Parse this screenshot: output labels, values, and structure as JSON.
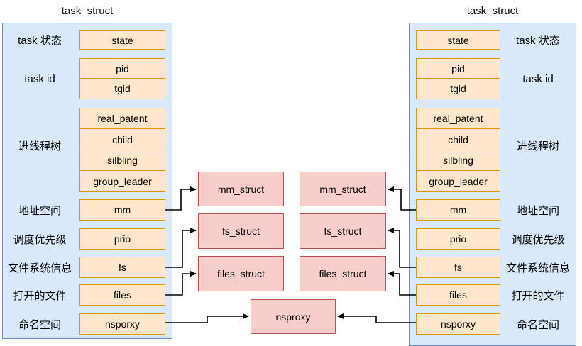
{
  "left": {
    "title": "task_struct",
    "labels": [
      "task 状态",
      "task id",
      "进线程树",
      "地址空间",
      "调度优先级",
      "文件系统信息",
      "打开的文件",
      "命名空间"
    ],
    "fields": [
      "state",
      "pid",
      "tgid",
      "real_patent",
      "child",
      "silbling",
      "group_leader",
      "mm",
      "prio",
      "fs",
      "files",
      "nsporxy"
    ]
  },
  "right": {
    "title": "task_struct",
    "labels": [
      "task 状态",
      "task id",
      "进线程树",
      "地址空间",
      "调度优先级",
      "文件系统信息",
      "打开的文件",
      "命名空间"
    ],
    "fields": [
      "state",
      "pid",
      "tgid",
      "real_patent",
      "child",
      "silbling",
      "group_leader",
      "mm",
      "prio",
      "fs",
      "files",
      "nsporxy"
    ]
  },
  "shared": {
    "left_column": [
      "mm_struct",
      "fs_struct",
      "files_struct"
    ],
    "right_column": [
      "mm_struct",
      "fs_struct",
      "files_struct"
    ],
    "bottom": "nsproxy"
  },
  "colors": {
    "container_fill": "#d9e8fb",
    "container_border": "#6c8ebf",
    "field_fill": "#ffe6cc",
    "field_border": "#d79b00",
    "shared_fill": "#f8cecc",
    "shared_border": "#b85450",
    "arrow": "#000000"
  }
}
